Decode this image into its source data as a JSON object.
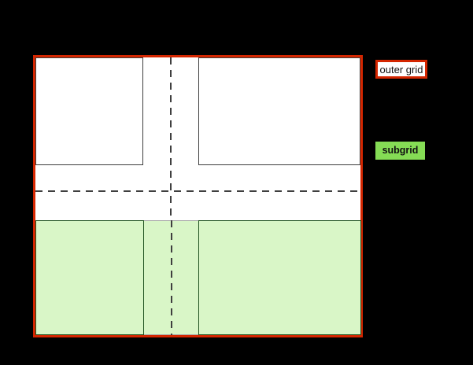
{
  "legend": {
    "outer_grid_label": "outer grid",
    "subgrid_label": "subgrid"
  },
  "diagram": {
    "description": "outer grid with two columns and two rows; top row holds two white cells; bottom row holds a green subgrid spanning both columns with two green cells; dashed lines mark the column gap and row gap tracks",
    "rows": 2,
    "columns": 2
  },
  "colors": {
    "background": "#000000",
    "outer-grid-border": "#d42600",
    "cell-border": "#3d3d3d",
    "subgrid-fill": "#d9f6c7",
    "subgrid-cell-border": "#1f521f",
    "subgrid-outline": "#a6a6a6",
    "legend-subgrid-fill": "#85dc55",
    "dash": "#3f3f3f",
    "text": "#111111"
  }
}
